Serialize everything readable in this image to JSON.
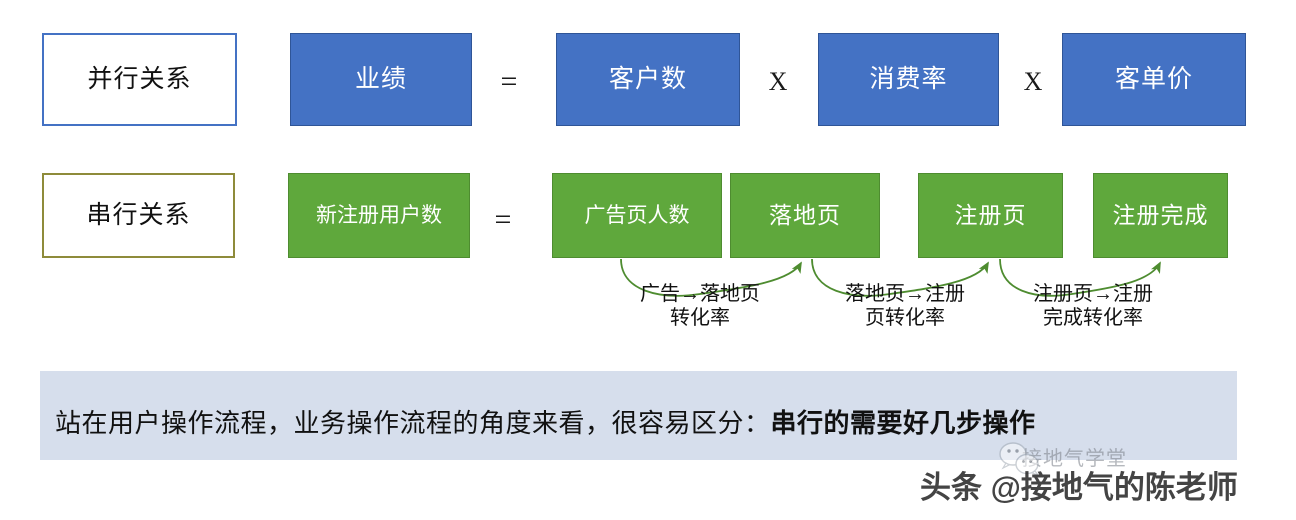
{
  "colors": {
    "blue_fill": "#4472C4",
    "blue_border": "#2F5597",
    "green_fill": "#5FA83C",
    "green_border": "#4E8C30",
    "olive_border": "#8E8B3A",
    "banner_bg": "#D6DEEC",
    "arrow_stroke": "#4E8C30",
    "page_bg": "#FFFFFF"
  },
  "rows": {
    "parallel": {
      "label": "并行关系",
      "result": "业绩",
      "equals": "=",
      "multiply": "X",
      "factors": [
        "客户数",
        "消费率",
        "客单价"
      ]
    },
    "serial": {
      "label": "串行关系",
      "result": "新注册用户数",
      "equals": "=",
      "steps": [
        "广告页人数",
        "落地页",
        "注册页",
        "注册完成"
      ],
      "arrow_captions": [
        "广告→落地页\n转化率",
        "落地页→注册\n页转化率",
        "注册页→注册\n完成转化率"
      ]
    }
  },
  "banner": {
    "text_plain": "站在用户操作流程，业务操作流程的角度来看，很容易区分：",
    "text_bold": "串行的需要好几步操作"
  },
  "watermark": {
    "top_label": "接地气学堂",
    "main_label": "头条 @接地气的陈老师",
    "icon": "wechat-icon"
  }
}
